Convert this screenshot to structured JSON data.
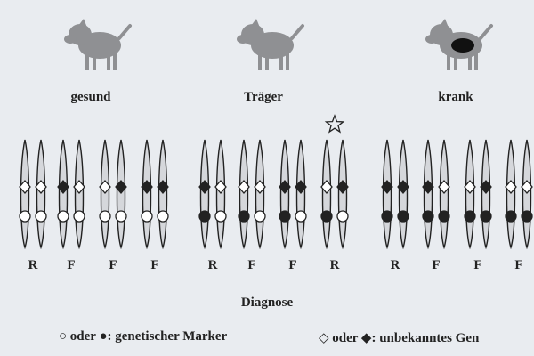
{
  "groups": [
    {
      "title": "gesund",
      "icon": "dog-healthy-icon"
    },
    {
      "title": "Träger",
      "icon": "dog-carrier-icon"
    },
    {
      "title": "krank",
      "icon": "dog-sick-icon"
    }
  ],
  "chromosome_pairs": [
    {
      "group": 0,
      "diamonds": [
        "open",
        "open"
      ],
      "circles": [
        "open",
        "open"
      ],
      "label": "R"
    },
    {
      "group": 0,
      "diamonds": [
        "filled",
        "open"
      ],
      "circles": [
        "open",
        "open"
      ],
      "label": "F"
    },
    {
      "group": 0,
      "diamonds": [
        "open",
        "filled"
      ],
      "circles": [
        "open",
        "open"
      ],
      "label": "F"
    },
    {
      "group": 0,
      "diamonds": [
        "filled",
        "filled"
      ],
      "circles": [
        "open",
        "open"
      ],
      "label": "F"
    },
    {
      "group": 1,
      "diamonds": [
        "filled",
        "open"
      ],
      "circles": [
        "filled",
        "open"
      ],
      "label": "R"
    },
    {
      "group": 1,
      "diamonds": [
        "open",
        "open"
      ],
      "circles": [
        "filled",
        "open"
      ],
      "label": "F"
    },
    {
      "group": 1,
      "diamonds": [
        "filled",
        "filled"
      ],
      "circles": [
        "filled",
        "open"
      ],
      "label": "F"
    },
    {
      "group": 1,
      "diamonds": [
        "open",
        "filled"
      ],
      "circles": [
        "filled",
        "open"
      ],
      "label": "R",
      "starred": true
    },
    {
      "group": 2,
      "diamonds": [
        "filled",
        "filled"
      ],
      "circles": [
        "filled",
        "filled"
      ],
      "label": "R"
    },
    {
      "group": 2,
      "diamonds": [
        "filled",
        "open"
      ],
      "circles": [
        "filled",
        "filled"
      ],
      "label": "F"
    },
    {
      "group": 2,
      "diamonds": [
        "open",
        "filled"
      ],
      "circles": [
        "filled",
        "filled"
      ],
      "label": "F"
    },
    {
      "group": 2,
      "diamonds": [
        "open",
        "open"
      ],
      "circles": [
        "filled",
        "filled"
      ],
      "label": "F"
    }
  ],
  "diagnosis_label": "Diagnose",
  "legend": {
    "marker_text": "○ oder ●: genetischer Marker",
    "gene_text": "◇ oder ◆: unbekanntes Gen"
  },
  "colors": {
    "dog": "#8f9093",
    "dog_spot": "#111111",
    "chromosome_fill": "#d5d7db",
    "stroke": "#222222",
    "background": "#e9ecf0"
  }
}
